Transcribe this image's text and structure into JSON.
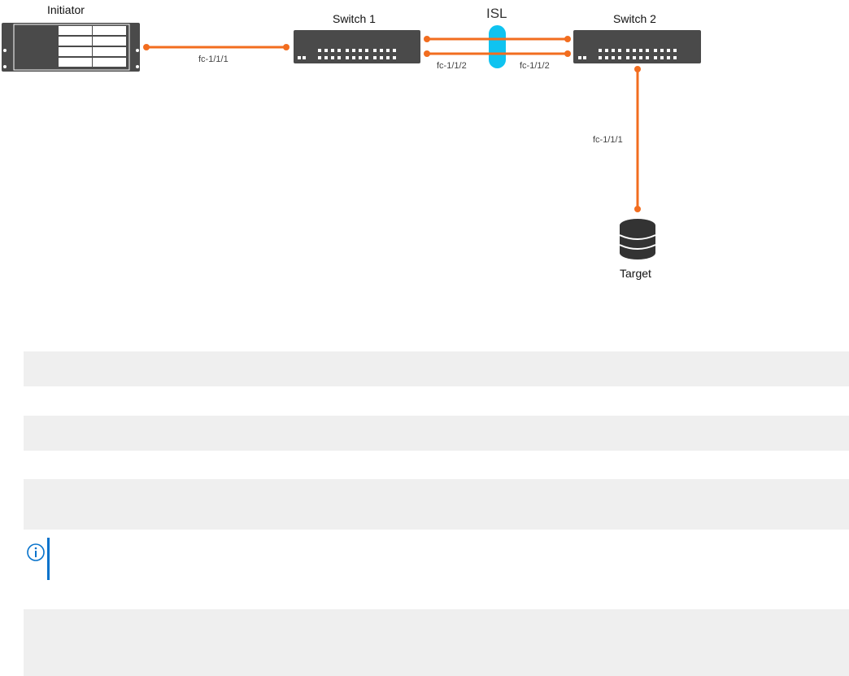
{
  "diagram": {
    "nodes": {
      "initiator": "Initiator",
      "switch1": "Switch 1",
      "switch2": "Switch 2",
      "target": "Target"
    },
    "isl_label": "ISL",
    "ports": {
      "initiator_to_switch1": "fc-1/1/1",
      "switch1_isl": "fc-1/1/2",
      "switch2_isl": "fc-1/1/2",
      "switch2_to_target": "fc-1/1/1"
    },
    "colors": {
      "link": "#f26d1f",
      "device": "#4a4a4a",
      "isl": "#0fc3f0"
    }
  },
  "note": {
    "icon": "info-icon",
    "accent": "#0672cb"
  }
}
